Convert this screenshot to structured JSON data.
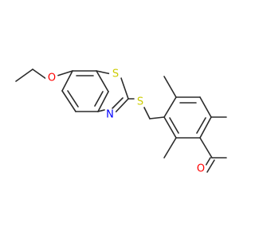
{
  "atoms": {
    "ether_oxygen": {
      "label": "O",
      "color": "#ff0000"
    },
    "ring_sulfur": {
      "label": "S",
      "color": "#cccc00"
    },
    "thioether_sulfur": {
      "label": "S",
      "color": "#cccc00"
    },
    "ring_nitrogen": {
      "label": "N",
      "color": "#0000ff"
    },
    "ketone_oxygen": {
      "label": "O",
      "color": "#ff0000"
    }
  },
  "colors": {
    "bond": "#2b2b2b",
    "background": "#ffffff"
  }
}
